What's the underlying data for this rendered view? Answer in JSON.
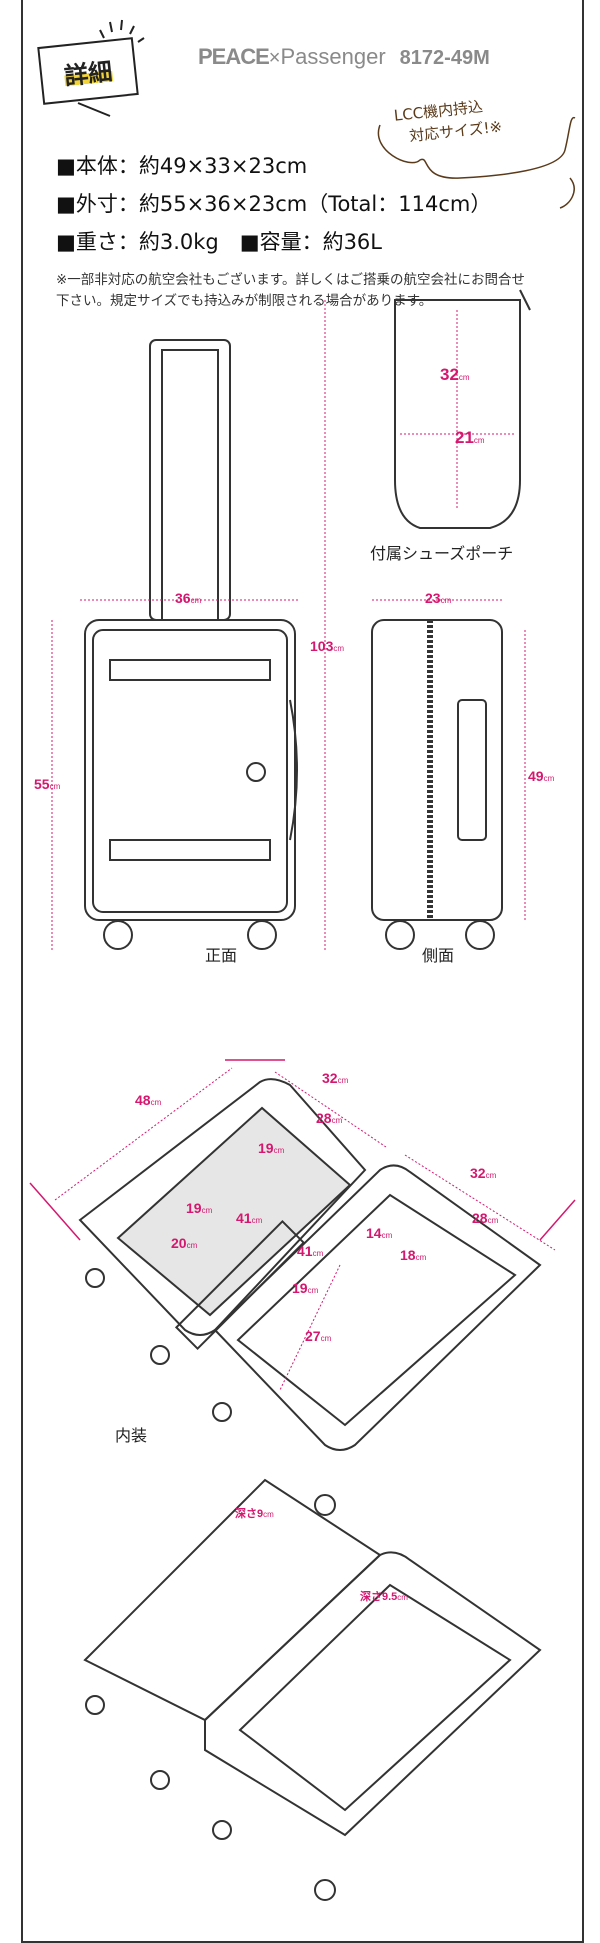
{
  "heading": "詳細",
  "brand": {
    "name1": "PEACE",
    "cross": "×",
    "name2": "Passenger",
    "model": "8172-49M"
  },
  "lcc_badge": {
    "line1": "LCC機内持込",
    "line2": "対応サイズ!※"
  },
  "specs": [
    "■本体：約49×33×23cm",
    "■外寸：約55×36×23cm（Total：114cm）",
    "■重さ：約3.0kg　■容量：約36L"
  ],
  "note": "※一部非対応の航空会社もございます。詳しくはご搭乗の航空会社にお問合せ下さい。規定サイズでも持込みが制限される場合があります。",
  "unit": "cm",
  "pouch": {
    "caption": "付属シューズポーチ",
    "height": "32",
    "width": "21"
  },
  "front": {
    "caption": "正面",
    "width": "36",
    "height": "55",
    "total_height": "103"
  },
  "side": {
    "caption": "側面",
    "depth": "23",
    "height": "49"
  },
  "interior": {
    "caption": "内装",
    "dims": [
      "48",
      "32",
      "28",
      "19",
      "19",
      "41",
      "20",
      "32",
      "28",
      "14",
      "18",
      "41",
      "19",
      "27"
    ]
  },
  "depths": {
    "d1": "深さ9",
    "d2": "深さ9.5"
  },
  "accent_color": "#d4186f"
}
